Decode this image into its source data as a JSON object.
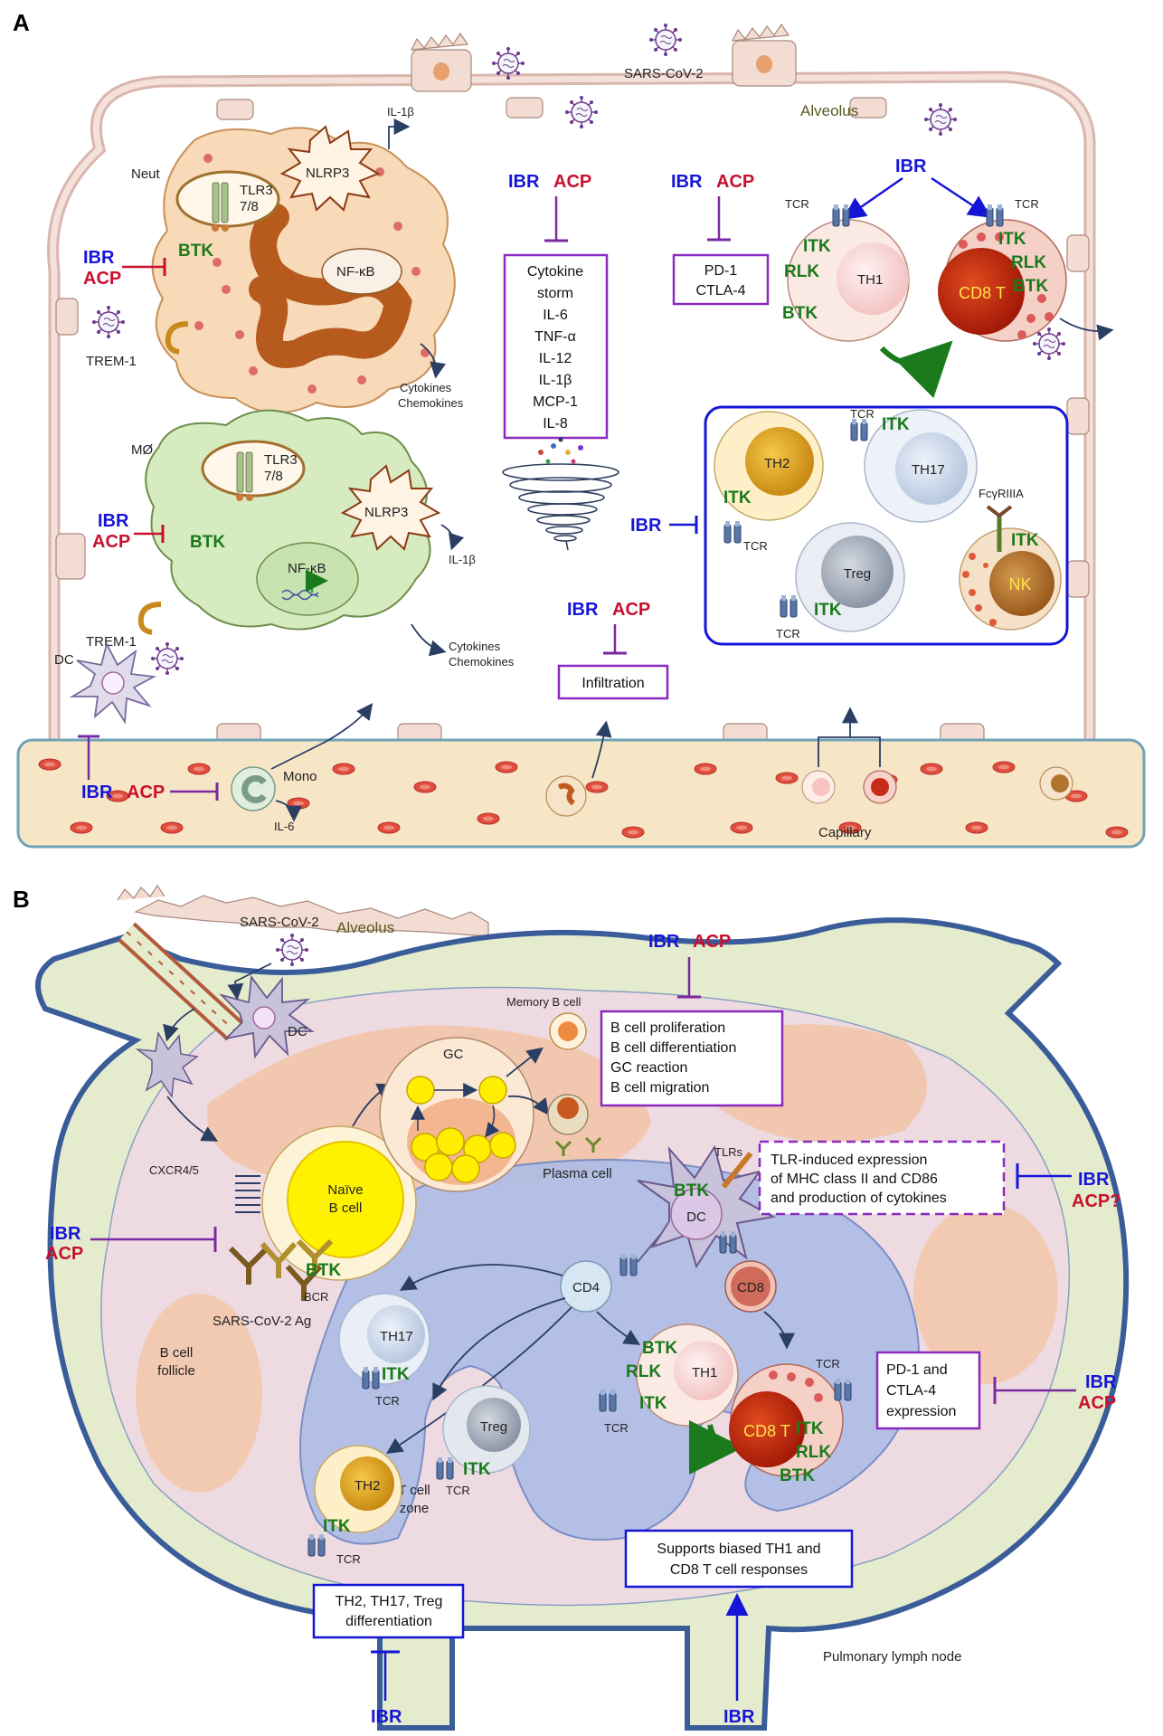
{
  "panels": {
    "a": "A",
    "b": "B"
  },
  "drugs": {
    "ibr": "IBR",
    "acp": "ACP",
    "acp_q": "ACP?"
  },
  "kinases": {
    "btk": "BTK",
    "itk": "ITK",
    "rlk": "RLK"
  },
  "panel_a": {
    "virus": "SARS-CoV-2",
    "alveolus": "Alveolus",
    "il1b": "IL-1β",
    "neut": "Neut",
    "tlr3": "TLR3",
    "tlr78": "7/8",
    "nlrp3": "NLRP3",
    "nfkb": "NF-κB",
    "trem1": "TREM-1",
    "cytokines": "Cytokines",
    "chemokines": "Chemokines",
    "macrophage": "MØ",
    "dc": "DC",
    "mono": "Mono",
    "il6": "IL-6",
    "capillary": "Capillary",
    "tcr": "TCR",
    "th1": "TH1",
    "cd8t": "CD8 T",
    "th2": "TH2",
    "th17": "TH17",
    "treg": "Treg",
    "nk": "NK",
    "fcr": "FcγRIIIA",
    "infiltration": "Infiltration",
    "checkpoints": [
      "PD-1",
      "CTLA-4"
    ],
    "storm": [
      "Cytokine",
      "storm",
      "IL-6",
      "TNF-α",
      "IL-12",
      "IL-1β",
      "MCP-1",
      "IL-8"
    ]
  },
  "panel_b": {
    "virus": "SARS-CoV-2",
    "alveolus": "Alveolus",
    "dc": "DC",
    "memory_b": "Memory B cell",
    "gc": "GC",
    "plasma": "Plasma cell",
    "naive_b": [
      "Naïve",
      "B cell"
    ],
    "cxcr": "CXCR4/5",
    "bcr": "BCR",
    "ag": "SARS-CoV-2 Ag",
    "tlrs": "TLRs",
    "cd4": "CD4",
    "cd8": "CD8",
    "th17": "TH17",
    "th1": "TH1",
    "treg": "Treg",
    "th2": "TH2",
    "cd8t": "CD8 T",
    "tcr": "TCR",
    "follicle": [
      "B cell",
      "follicle"
    ],
    "tzone": [
      "T cell",
      "zone"
    ],
    "lymph_node": "Pulmonary lymph node",
    "bcell_box": [
      "B cell proliferation",
      "B cell differentiation",
      "GC reaction",
      "B cell migration"
    ],
    "tlr_box": [
      "TLR-induced expression",
      "of MHC class II and CD86",
      "and production of cytokines"
    ],
    "pd1_box": [
      "PD-1 and",
      "CTLA-4",
      "expression"
    ],
    "th1_box": [
      "Supports biased TH1 and",
      "CD8 T cell responses"
    ],
    "th2_box": [
      "TH2, TH17, Treg",
      "differentiation"
    ]
  }
}
